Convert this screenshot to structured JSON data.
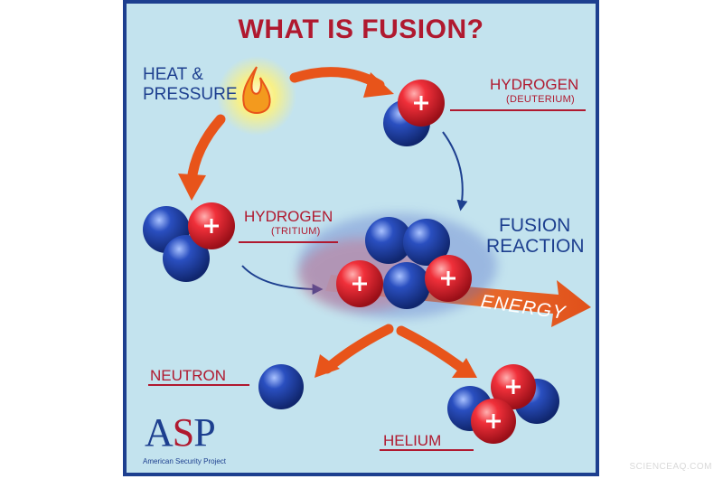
{
  "title": "WHAT IS FUSION?",
  "heat": {
    "line1": "HEAT &",
    "line2": "PRESSURE"
  },
  "deuterium": {
    "name": "HYDROGEN",
    "isotope": "(DEUTERIUM)"
  },
  "tritium": {
    "name": "HYDROGEN",
    "isotope": "(TRITIUM)"
  },
  "fusion": {
    "line1": "FUSION",
    "line2": "REACTION"
  },
  "energy": "ENERGY",
  "neutron": "NEUTRON",
  "helium": "HELIUM",
  "logo": {
    "text_a": "A",
    "text_s": "S",
    "text_p": "P",
    "caption": "American Security Project"
  },
  "watermark": "SCIENCEAQ.COM",
  "colors": {
    "background": "#c3e3ee",
    "border": "#1d3f8f",
    "title": "#b0192f",
    "arrow": "#e8541a",
    "proton": "#e3202c",
    "neutron": "#1f3f9b"
  }
}
